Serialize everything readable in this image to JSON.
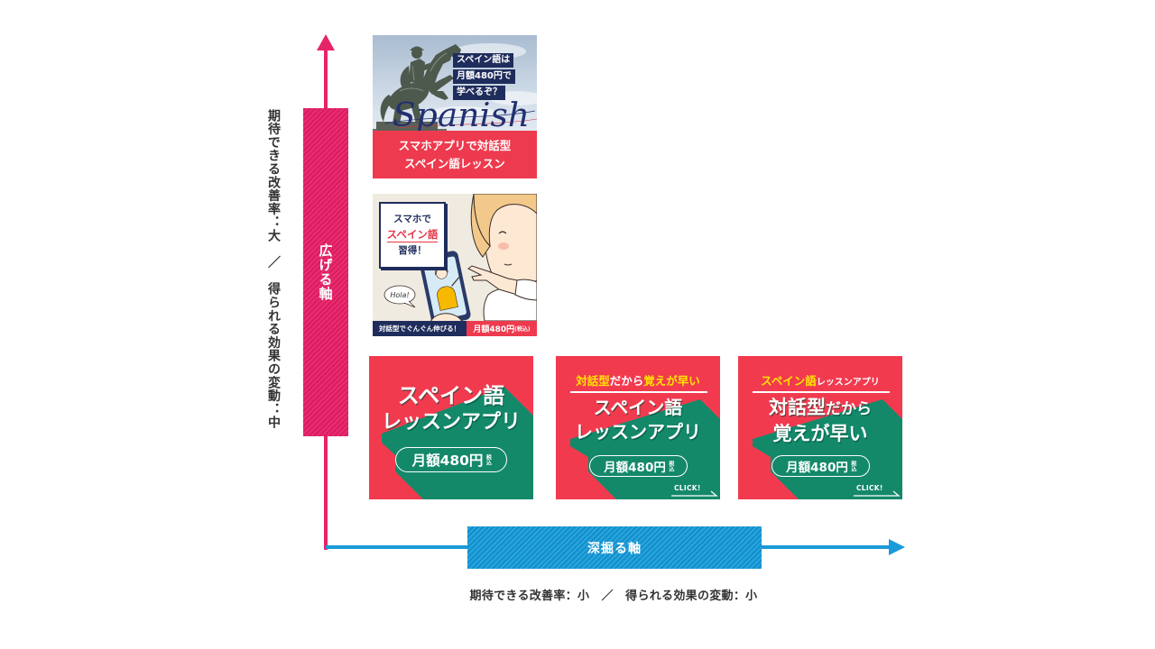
{
  "colors": {
    "vertical_axis": "#e6246a",
    "horizontal_axis": "#1a9ad8",
    "banner_red": "#f23a4f",
    "banner_green": "#13896a",
    "navy": "#1f2d5c",
    "highlight_yellow": "#ffe600",
    "text_dark": "#333333"
  },
  "vertical_axis": {
    "label": "広げる軸",
    "description": "期待できる改善率：大　／　得られる効果の変動：中"
  },
  "horizontal_axis": {
    "label": "深掘る軸",
    "description": "期待できる改善率：小　／　得られる効果の変動：小"
  },
  "banners": {
    "statue_photo": {
      "callout": [
        "スペイン語は",
        "月額480円で",
        "学べるぞ？"
      ],
      "script_word": "Spanish",
      "band": [
        "スマホアプリで対話型",
        "スペイン語レッスン"
      ]
    },
    "illustration": {
      "headline": [
        "スマホで",
        "スペイン語",
        "習得！"
      ],
      "speech_bubble": "Hola!",
      "footer_left": "対話型でぐんぐん伸びる！",
      "footer_price": "月額480円",
      "footer_tax": "(税込)"
    },
    "text_banner_a": {
      "title": [
        "スペイン語",
        "レッスンアプリ"
      ],
      "price": "月額480円",
      "tax": "税込"
    },
    "text_banner_b": {
      "tagline": {
        "part1": "対話型",
        "part2": "だから",
        "part3": "覚えが早い"
      },
      "title": [
        "スペイン語",
        "レッスンアプリ"
      ],
      "price": "月額480円",
      "tax": "税込",
      "cta": "CLICK!"
    },
    "text_banner_c": {
      "tagline": {
        "part1": "スペイン語",
        "part2": "レッスンアプリ"
      },
      "title": {
        "line1_main": "対話型",
        "line1_sub": "だから",
        "line2": "覚えが早い"
      },
      "price": "月額480円",
      "tax": "税込",
      "cta": "CLICK!"
    }
  }
}
